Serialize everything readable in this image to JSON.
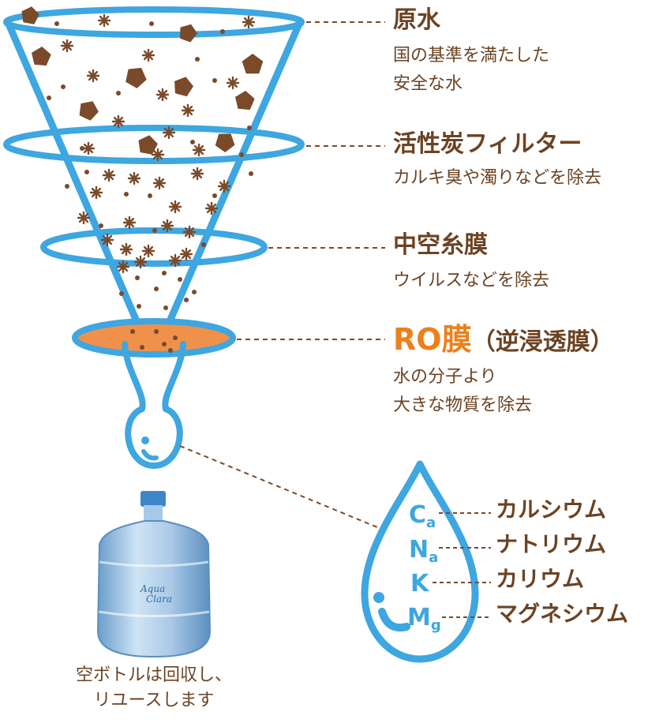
{
  "stages": [
    {
      "title": "原水",
      "desc": [
        "国の基準を満たした",
        "安全な水"
      ]
    },
    {
      "title": "活性炭フィルター",
      "desc": [
        "カルキ臭や濁りなどを除去"
      ]
    },
    {
      "title": "中空糸膜",
      "desc": [
        "ウイルスなどを除去"
      ]
    },
    {
      "title": "RO膜",
      "subtitle": "（逆浸透膜）",
      "desc": [
        "水の分子より",
        "大きな物質を除去"
      ]
    }
  ],
  "minerals": [
    {
      "symbol": "C",
      "sub": "a",
      "name": "カルシウム"
    },
    {
      "symbol": "N",
      "sub": "a",
      "name": "ナトリウム"
    },
    {
      "symbol": "K",
      "sub": "",
      "name": "カリウム"
    },
    {
      "symbol": "M",
      "sub": "g",
      "name": "マグネシウム"
    }
  ],
  "bottle": {
    "logo_line1": "Aqua",
    "logo_line2": "Clara",
    "caption": [
      "空ボトルは回収し、",
      "リユースします"
    ]
  },
  "colors": {
    "funnel": "#3ea6e0",
    "particle": "#7a4a2a",
    "text": "#6b4323",
    "accent": "#ef7f1a"
  }
}
